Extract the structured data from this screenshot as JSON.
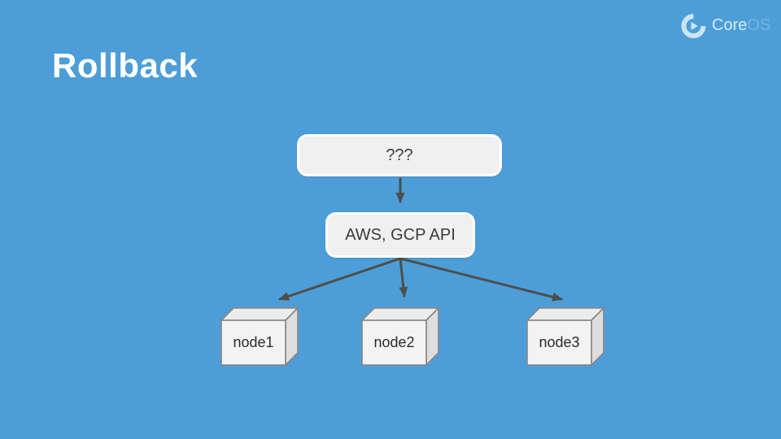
{
  "slide": {
    "title": "Rollback"
  },
  "logo": {
    "text_primary": "Core",
    "text_secondary": "OS",
    "icon": "coreos-logo-icon"
  },
  "diagram": {
    "mystery_box": {
      "label": "???"
    },
    "api_box": {
      "label": "AWS, GCP API"
    },
    "nodes": [
      {
        "label": "node1"
      },
      {
        "label": "node2"
      },
      {
        "label": "node3"
      }
    ]
  },
  "colors": {
    "background": "#4D9ED8",
    "title": "#FFFFFF",
    "logo_text": "rgba(255,255,255,0.78)",
    "box_fill": "#F0F0F0",
    "box_border": "rgba(255,255,255,0.93)",
    "box_text": "#3B3B3B",
    "arrow": "#4E4E4A",
    "cube_front": "#F3F3F3",
    "cube_top": "#ECECEC",
    "cube_side": "#DEDEDE",
    "cube_stroke": "#858585",
    "node_text": "#2B2B2B"
  }
}
